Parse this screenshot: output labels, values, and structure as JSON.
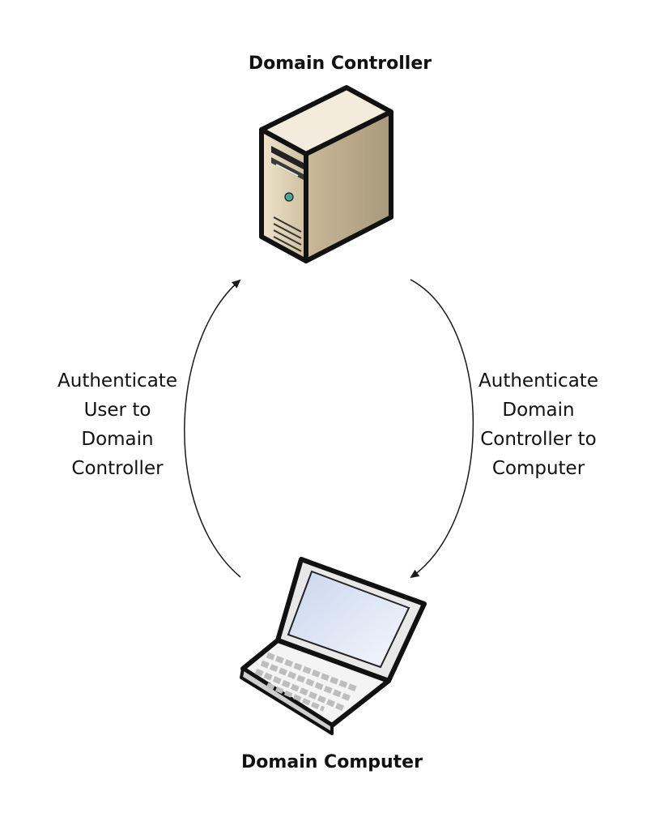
{
  "nodes": {
    "domain_controller": {
      "label": "Domain Controller",
      "icon": "server-tower-icon"
    },
    "domain_computer": {
      "label": "Domain Computer",
      "icon": "laptop-icon"
    }
  },
  "edges": {
    "user_to_dc": {
      "label": "Authenticate\nUser to\nDomain\nController",
      "direction": "computer-to-controller"
    },
    "dc_to_computer": {
      "label": "Authenticate\nDomain\nController to\nComputer",
      "direction": "controller-to-computer"
    }
  },
  "colors": {
    "line": "#1a1a1a",
    "server_front": "#d9ccb1",
    "server_side": "#b7a98c",
    "server_top": "#efe6d3",
    "screen": "#dfe8f5",
    "laptop_body": "#f2f2f2",
    "laptop_frame": "#1c1c1c"
  }
}
